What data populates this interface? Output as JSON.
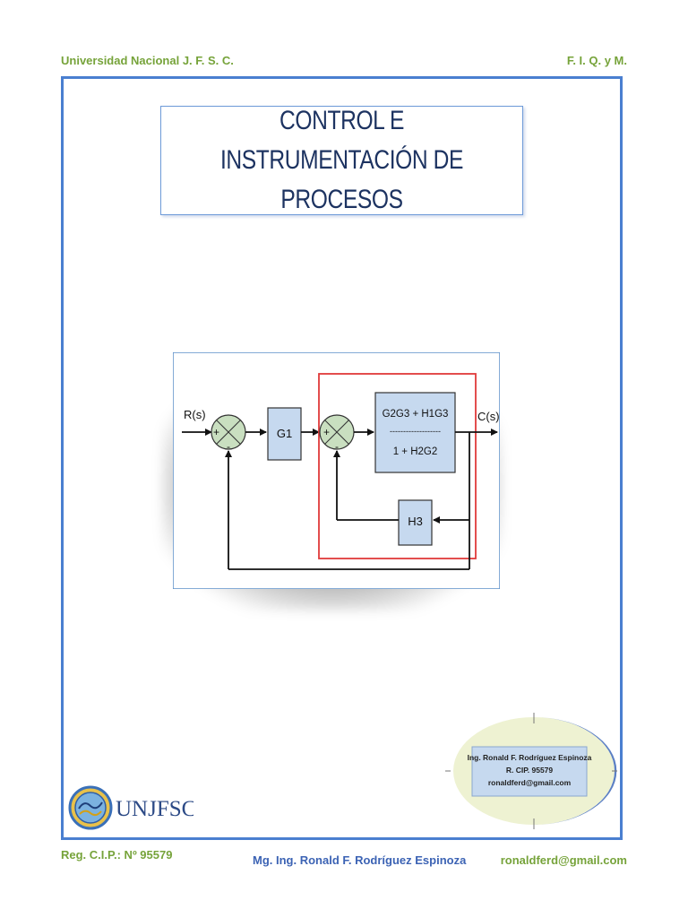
{
  "header": {
    "left": "Universidad Nacional J. F. S. C.",
    "right": "F. I. Q. y M."
  },
  "title": {
    "line1": "CONTROL E INSTRUMENTACIÓN DE",
    "line2": "PROCESOS"
  },
  "diagram": {
    "input_label": "R(s)",
    "output_label": "C(s)",
    "block_g1": "G1",
    "block_main_numerator": "G2G3 + H1G3",
    "block_main_divider": "-------------------",
    "block_main_denominator": "1 + H2G2",
    "block_h3": "H3",
    "sum1_plus": "+",
    "sum1_minus": "-",
    "sum2_plus": "+",
    "sum2_minus": "-",
    "colors": {
      "block_fill": "#c6d9ef",
      "highlight_border": "#e03a3a",
      "sum_fill": "#c9dfc0"
    }
  },
  "logo": {
    "text": "UNJFSC",
    "icon": "university-seal-icon"
  },
  "card": {
    "name": "Ing. Ronald F. Rodríguez Espinoza",
    "reg": "R. CIP. 95579",
    "email": "ronaldferd@gmail.com"
  },
  "footer": {
    "left": "Reg. C.I.P.: Nº 95579",
    "center": "Mg. Ing. Ronald F. Rodríguez Espinoza",
    "right": "ronaldferd@gmail.com"
  }
}
